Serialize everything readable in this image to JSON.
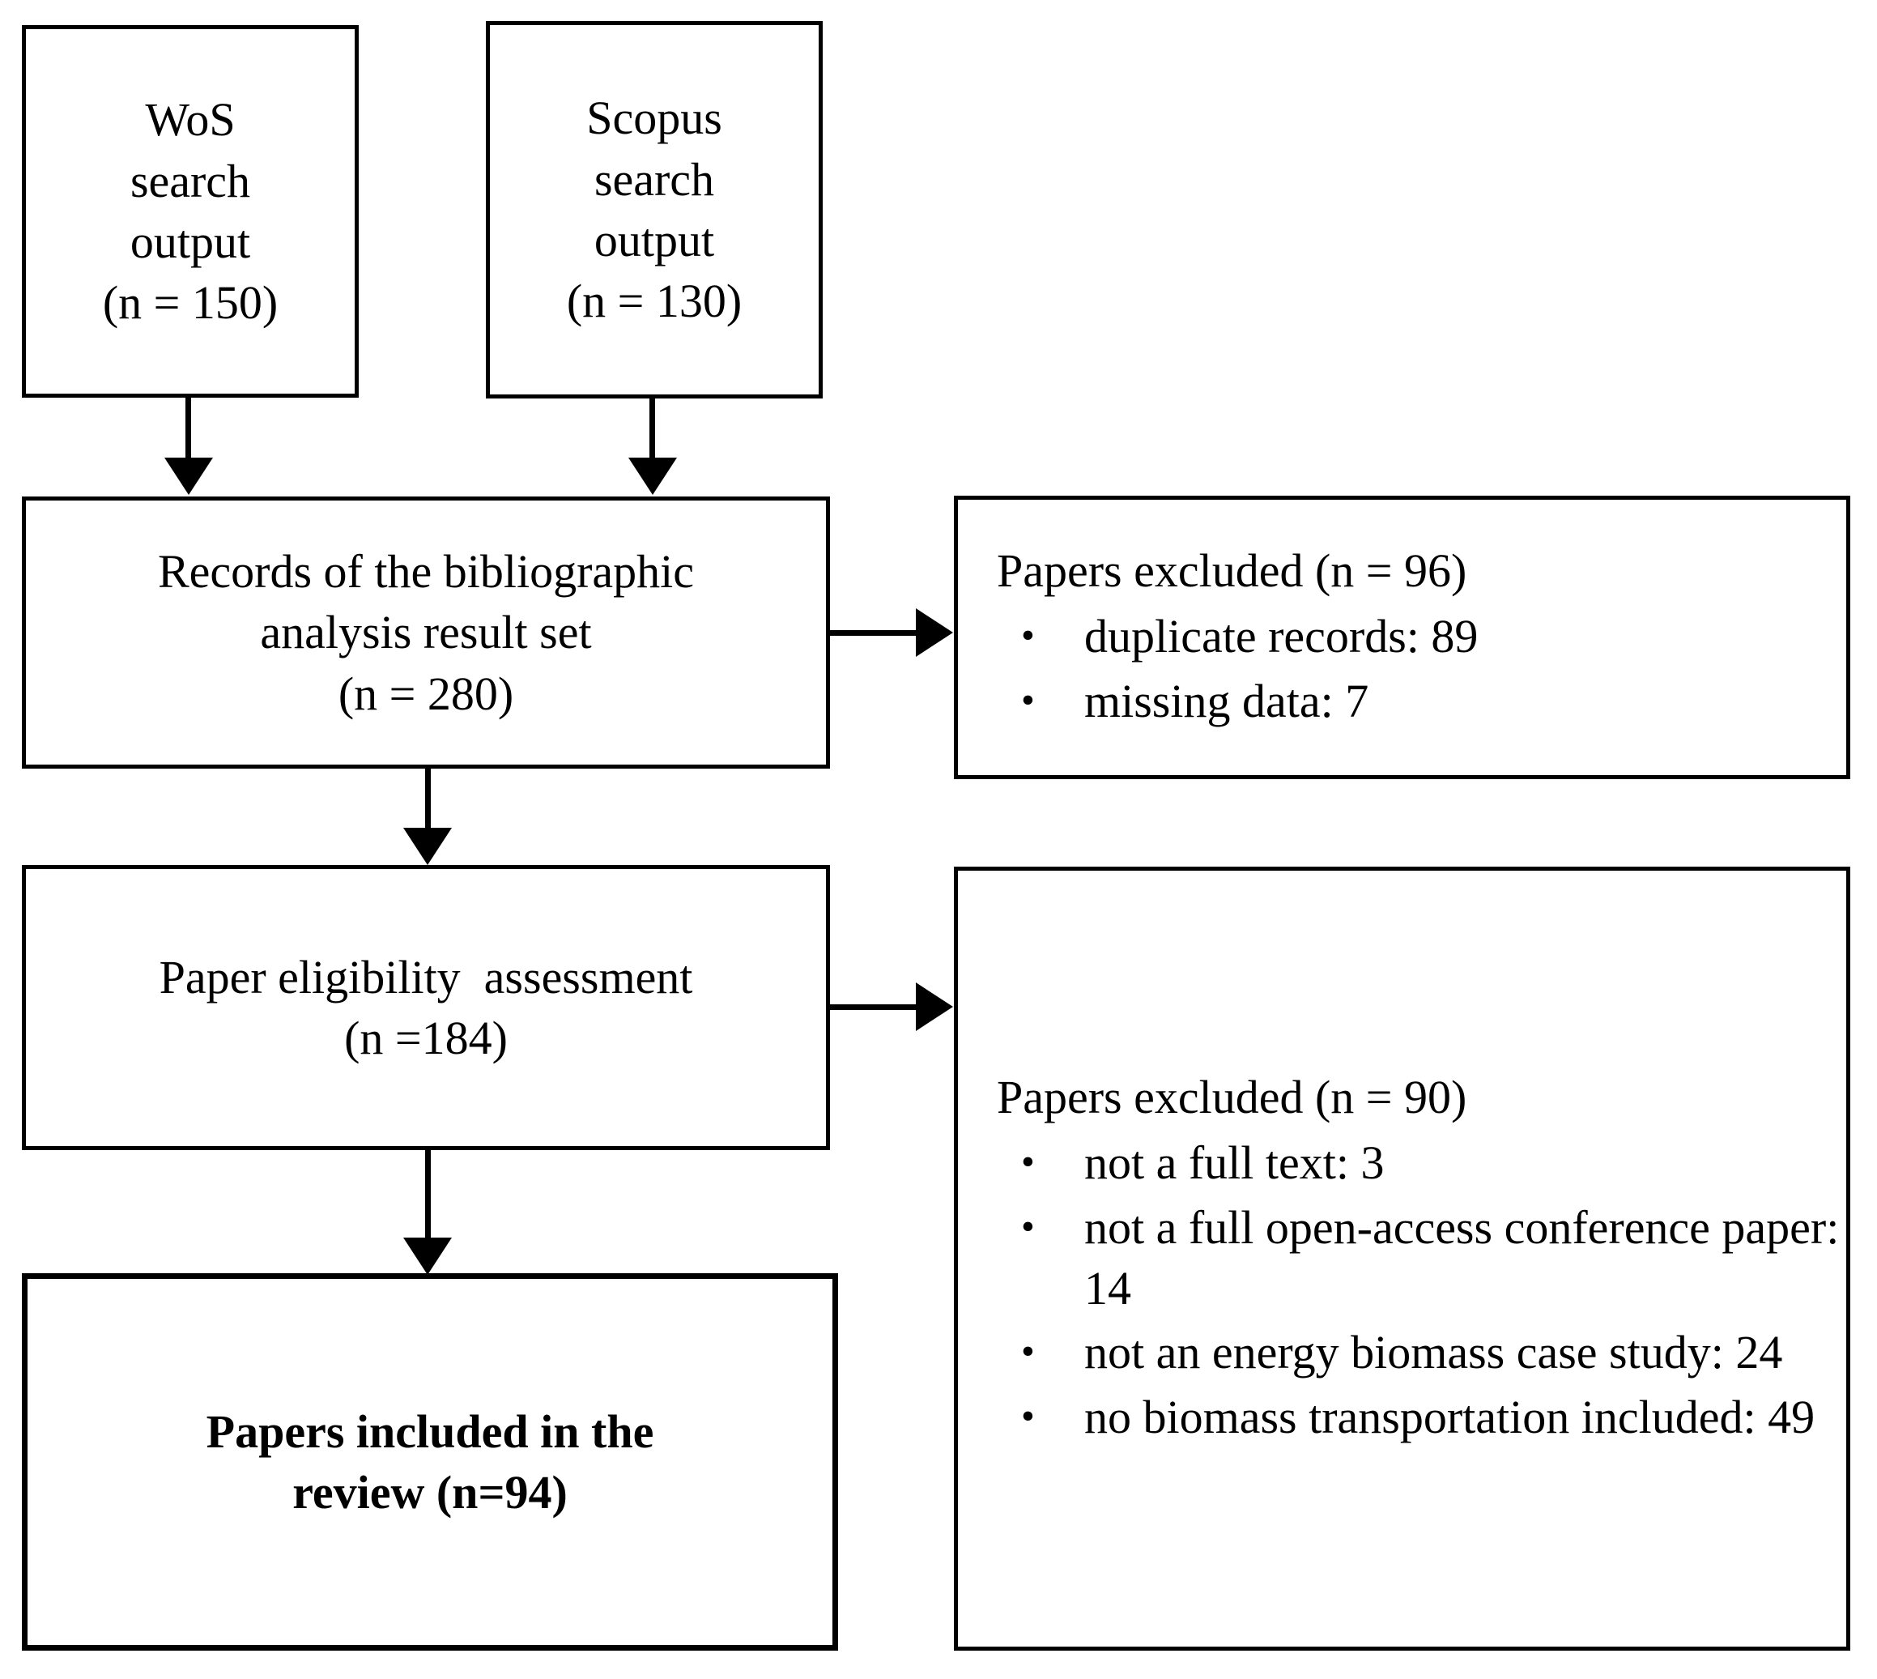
{
  "diagram": {
    "type": "prisma-flow-diagram",
    "nodes": {
      "wos": {
        "name": "wos-search-output-box",
        "lines": [
          "WoS",
          "search",
          "output",
          "(n = 150)"
        ],
        "count": 150
      },
      "scopus": {
        "name": "scopus-search-output-box",
        "lines": [
          "Scopus",
          "search",
          "output",
          "(n = 130)"
        ],
        "count": 130
      },
      "records": {
        "name": "records-bibliographic-box",
        "lines": [
          "Records of the bibliographic",
          "analysis result set",
          "(n = 280)"
        ],
        "count": 280
      },
      "eligibility": {
        "name": "paper-eligibility-box",
        "lines": [
          "Paper eligibility  assessment",
          "(n =184)"
        ],
        "count": 184
      },
      "included": {
        "name": "papers-included-box",
        "lines": [
          "Papers included in the",
          "review (n=94)"
        ],
        "count": 94,
        "bold": true
      },
      "excluded_1": {
        "name": "papers-excluded-box-1",
        "title": "Papers excluded (n = 96)",
        "count": 96,
        "bullet": "•",
        "reasons": [
          "duplicate records: 89",
          "missing  data: 7"
        ],
        "reason_values": [
          89,
          7
        ]
      },
      "excluded_2": {
        "name": "papers-excluded-box-2",
        "title": "Papers excluded (n = 90)",
        "count": 90,
        "bullet": "•",
        "reasons": [
          "not a full  text: 3",
          "not a full  open-access\nconference paper: 14",
          "not an energy  biomass case\nstudy: 24",
          "no biomass transportation\nincluded:  49"
        ],
        "reason_values": [
          3,
          14,
          24,
          49
        ]
      }
    },
    "colors": {
      "stroke": "#000000",
      "fill": "#ffffff",
      "text": "#000000"
    }
  }
}
